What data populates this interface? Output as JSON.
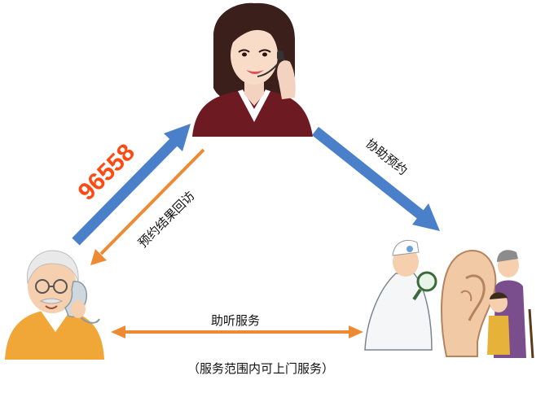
{
  "labels": {
    "phone_number": "96558",
    "callback": "预约结果回访",
    "assist_booking": "协助预约",
    "service": "助听服务",
    "service_note": "（服务范围内可上门服务）"
  },
  "colors": {
    "blue_arrow": "#4a7fc9",
    "orange_arrow": "#ee8a33",
    "number_red": "#ff4a12"
  },
  "icons": {
    "operator": "telephone-operator-illustration",
    "elder": "elderly-man-on-phone-illustration",
    "clinic": "doctor-examining-ear-illustration"
  }
}
